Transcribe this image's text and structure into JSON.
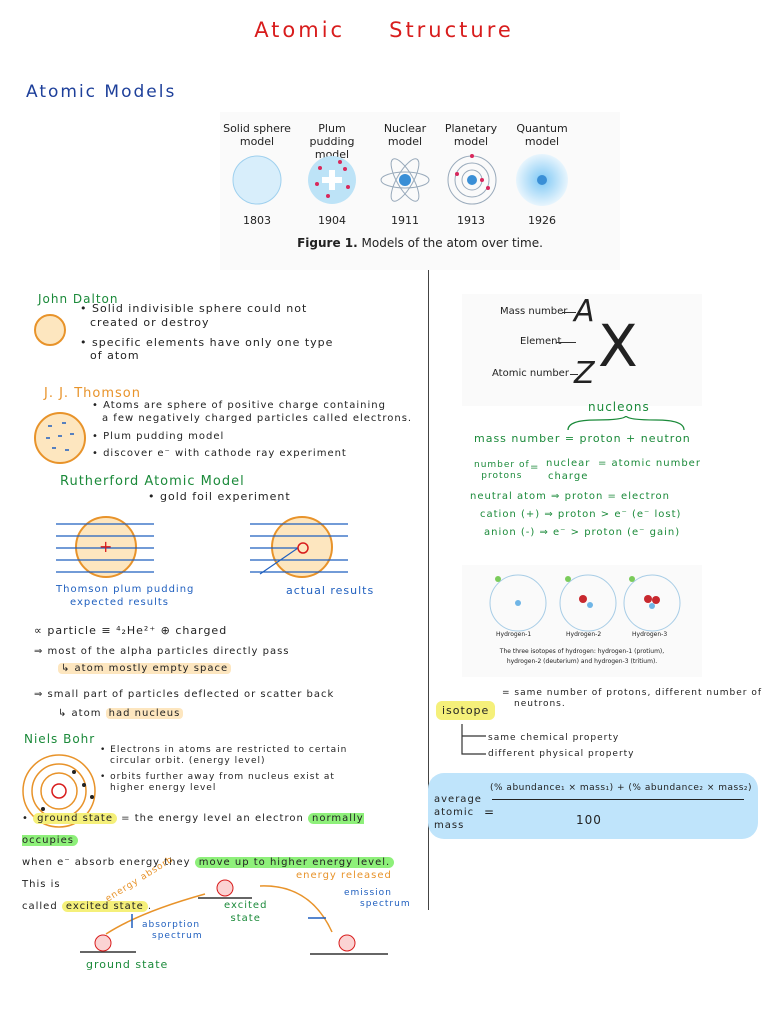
{
  "title": {
    "word1": "Atomic",
    "word2": "Structure"
  },
  "section": {
    "atomic_models": "Atomic Models"
  },
  "figure": {
    "models": [
      {
        "name1": "Solid sphere",
        "name2": "model",
        "year": "1803"
      },
      {
        "name1": "Plum pudding",
        "name2": "model",
        "year": "1904"
      },
      {
        "name1": "Nuclear",
        "name2": "model",
        "year": "1911"
      },
      {
        "name1": "Planetary",
        "name2": "model",
        "year": "1913"
      },
      {
        "name1": "Quantum",
        "name2": "model",
        "year": "1926"
      }
    ],
    "caption_bold": "Figure 1.",
    "caption_text": " Models of the atom over time."
  },
  "dalton": {
    "name": "John Dalton",
    "b1a": "Solid indivisible sphere could not",
    "b1b": "created or destroy",
    "b2a": "specific elements have only one type",
    "b2b": "of atom"
  },
  "thomson": {
    "name": "J. J. Thomson",
    "b1a": "Atoms are sphere of positive charge containing",
    "b1b": "a few negatively charged particles called electrons.",
    "b2": "Plum pudding model",
    "b3": "discover e⁻ with cathode ray experiment"
  },
  "rutherford": {
    "name": "Rutherford Atomic Model",
    "b1": "gold foil experiment",
    "label_left1": "Thomson plum pudding",
    "label_left2": "expected results",
    "label_right": "actual results",
    "alpha_prefix": "∝ particle ≡",
    "alpha_formula": "⁴₂He²⁺",
    "alpha_plus": "⊕",
    "alpha_suffix": "charged",
    "r1": "⇒ most of the alpha particles directly pass",
    "r1b": "↳ atom mostly empty space",
    "r2": "⇒ small part of particles deflected or scatter back",
    "r2b_pre": "↳ atom",
    "r2b_hl": "had nucleus"
  },
  "bohr": {
    "name": "Niels Bohr",
    "b1a": "Electrons in atoms are restricted to certain",
    "b1b": "circular orbit. (energy level)",
    "b2a": "orbits further away from nucleus exist at",
    "b2b": "higher energy level"
  },
  "ground": {
    "term": "ground state",
    "text1": "= the energy level an electron",
    "hl1": "normally occupies",
    "text2a": "when e⁻ absorb energy they",
    "hl2": "move up to higher energy level.",
    "text2b": " This is",
    "text3": "called",
    "hl3": "excited state",
    "energy_absorb": "energy absorb",
    "energy_released": "energy released",
    "excited_state1": "excited",
    "excited_state2": "state",
    "absorption1": "absorption",
    "absorption2": "spectrum",
    "emission1": "emission",
    "emission2": "spectrum",
    "ground_label": "ground state"
  },
  "nuclide": {
    "mass_number": "Mass number",
    "element": "Element",
    "atomic_number": "Atomic number",
    "A": "A",
    "X": "X",
    "Z": "Z"
  },
  "notes": {
    "nucleons": "nucleons",
    "mass_eq": "mass number = proton + neutron",
    "num_protons1": "number of",
    "num_protons2": "protons",
    "nuclear1": "nuclear",
    "nuclear2": "charge",
    "atomic_number_eq": "= atomic number",
    "neutral": "neutral atom ⇒ proton = electron",
    "cation": "cation (+) ⇒ proton > e⁻ (e⁻ lost)",
    "anion": "anion (-) ⇒ e⁻ > proton (e⁻ gain)"
  },
  "isotopes_fig": {
    "h1": "Hydrogen-1",
    "h2": "Hydrogen-2",
    "h3": "Hydrogen-3",
    "caption1": "The three isotopes of hydrogen: hydrogen-1 (protium),",
    "caption2": "hydrogen-2 (deuterium) and hydrogen-3 (tritium)."
  },
  "isotope": {
    "term": "isotope",
    "def1": "= same number of protons, different number of",
    "def2": "neutrons.",
    "p1": "same chemical property",
    "p2": "different physical property"
  },
  "avg": {
    "label1": "average",
    "label2": "atomic",
    "label3": "mass",
    "eq": "=",
    "numerator": "(% abundance₁ × mass₁) + (% abundance₂ × mass₂)",
    "denominator": "100"
  }
}
